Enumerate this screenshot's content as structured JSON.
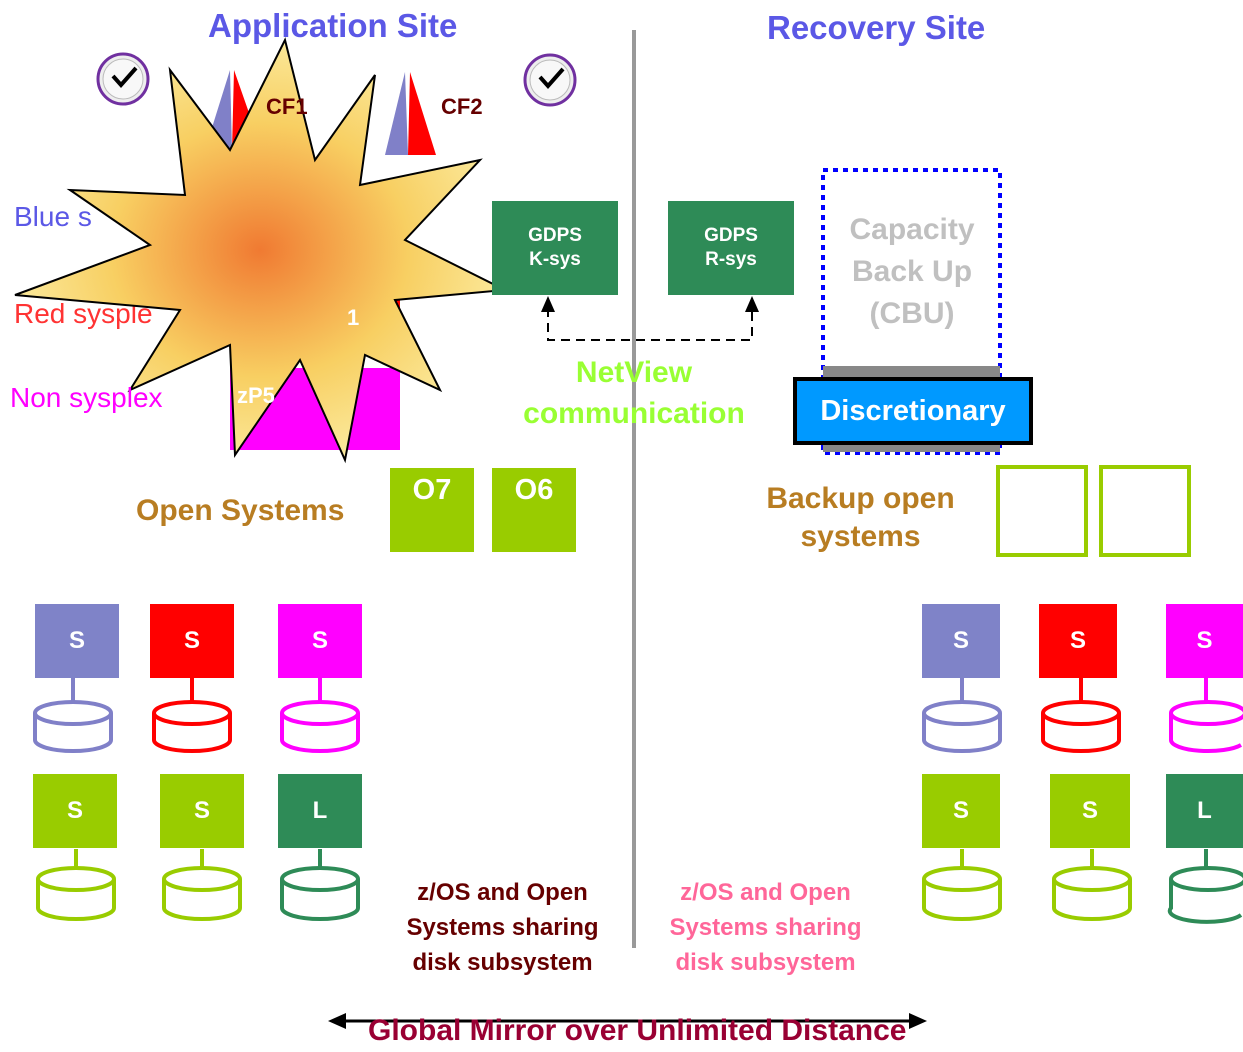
{
  "sites": {
    "application": "Application Site",
    "recovery": "Recovery Site"
  },
  "coupling": {
    "cf1": "CF1",
    "cf2": "CF2"
  },
  "sysplex_labels": {
    "blue": "Blue s",
    "red": "Red sysple",
    "non": "Non sysplex"
  },
  "systems": {
    "zp5": "zP5",
    "red_partial": "1"
  },
  "gdps": {
    "ksys_line1": "GDPS",
    "ksys_line2": "K-sys",
    "rsys_line1": "GDPS",
    "rsys_line2": "R-sys"
  },
  "netview": {
    "line1": "NetView",
    "line2": "communication"
  },
  "cbu": {
    "line1": "Capacity",
    "line2": "Back Up",
    "line3": "(CBU)"
  },
  "discretionary": "Discretionary",
  "open_systems": {
    "label": "Open Systems",
    "o7": "O7",
    "o6": "O6"
  },
  "backup_open": {
    "line1": "Backup open",
    "line2": "systems"
  },
  "disks": {
    "s": "S",
    "l": "L"
  },
  "sharing_note_app": {
    "line1": "z/OS and Open",
    "line2": "Systems sharing",
    "line3": "disk subsystem"
  },
  "sharing_note_rec": {
    "line1": "z/OS and Open",
    "line2": "Systems sharing",
    "line3": "disk subsystem"
  },
  "mirror": "Global Mirror over Unlimited Distance",
  "colors": {
    "title": "#5b58e6",
    "blue_sysplex": "#7f83c8",
    "red_sysplex": "#ff0000",
    "non_sysplex": "#ff00ff",
    "gdps": "#2e8b57",
    "open": "#99cc00",
    "netview": "#99ff33",
    "discretionary": "#0099ff",
    "mirror": "#990033",
    "note_app": "#660000",
    "note_rec": "#ff6699",
    "brown": "#b87d22"
  }
}
